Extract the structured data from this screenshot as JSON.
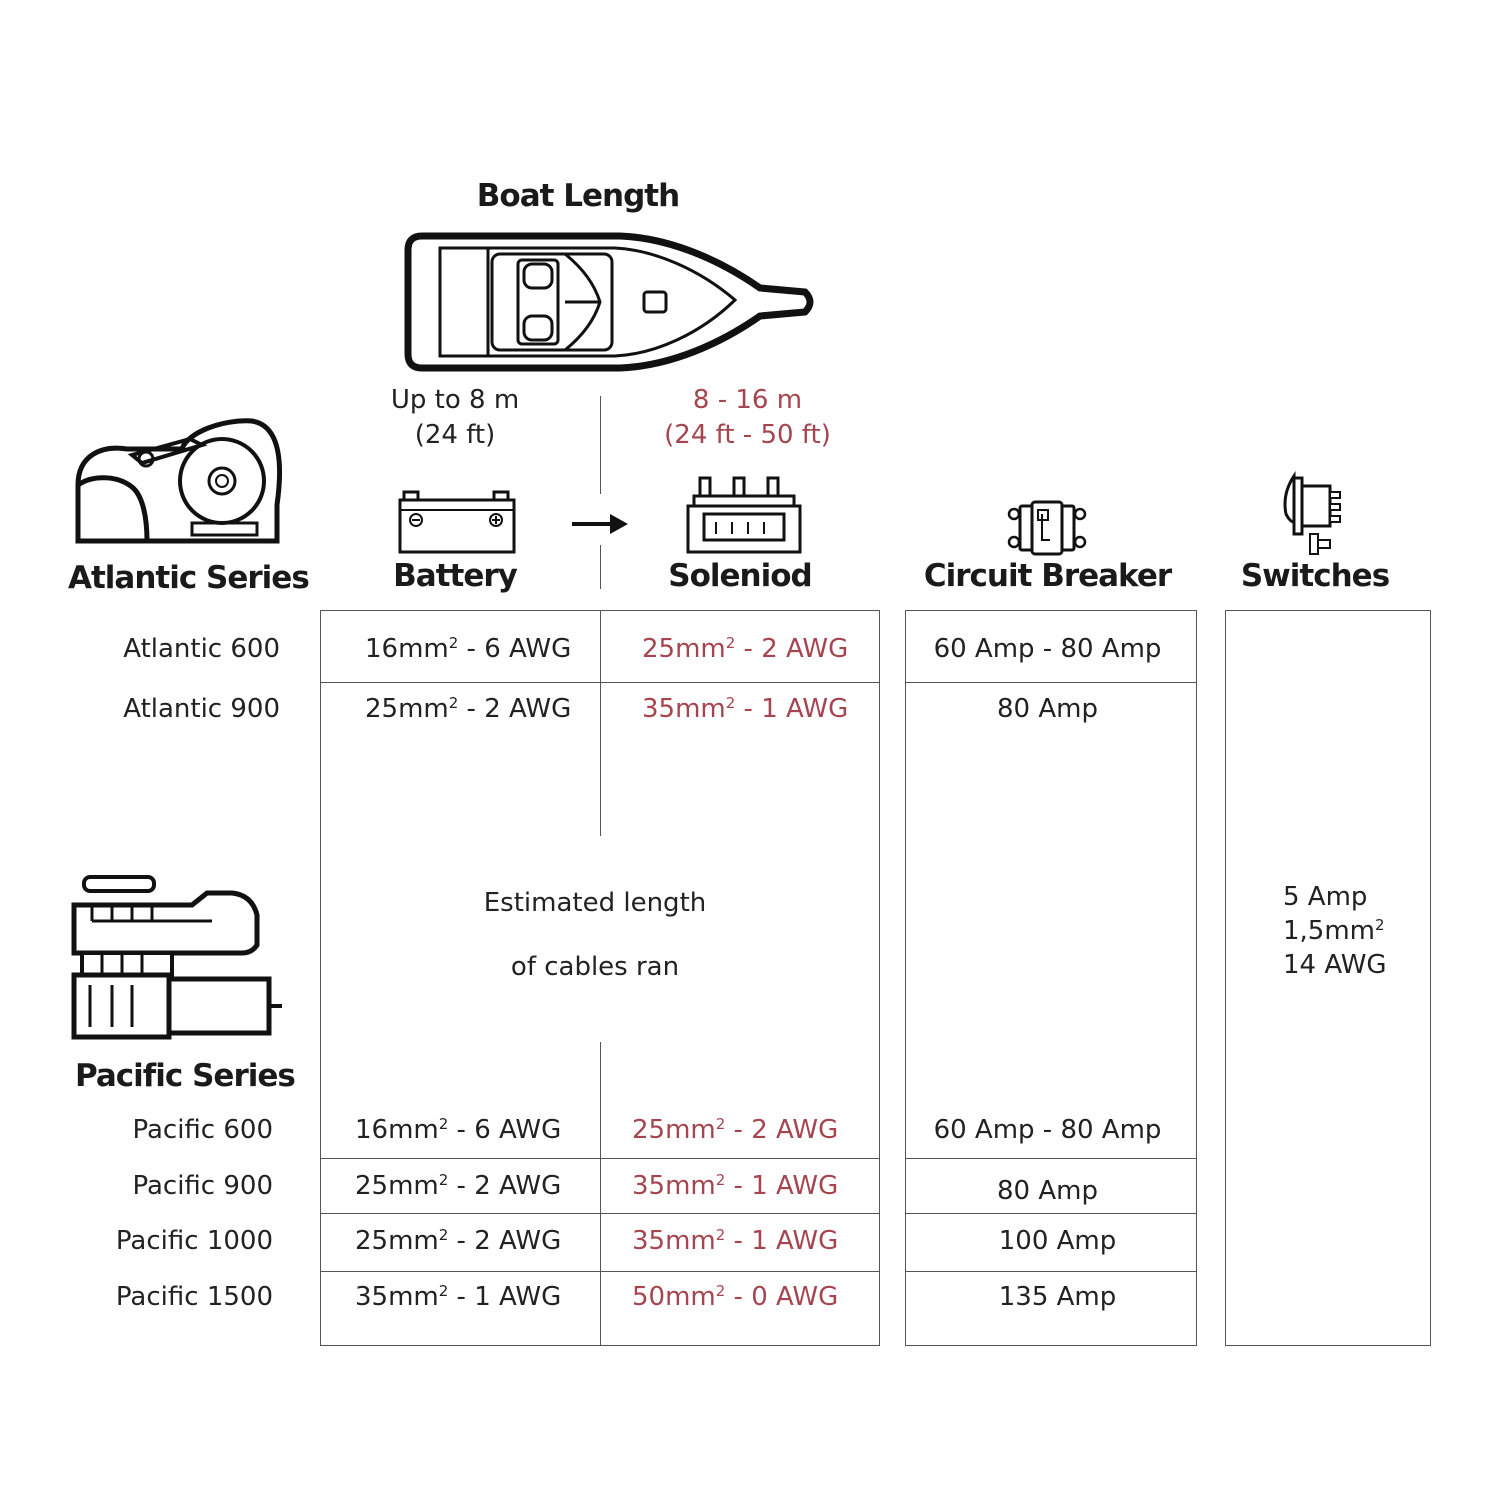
{
  "title": "Boat Length",
  "boat_lengths": {
    "short": {
      "line1": "Up to 8 m",
      "line2": "(24 ft)"
    },
    "long": {
      "line1": "8 - 16 m",
      "line2": "(24 ft - 50 ft)"
    }
  },
  "columns": {
    "atlantic": "Atlantic Series",
    "battery": "Battery",
    "solenoid": "Soleniod",
    "circuit_breaker": "Circuit Breaker",
    "switches": "Switches"
  },
  "pacific_series": "Pacific Series",
  "cable_note": {
    "line1": "Estimated length",
    "line2": "of cables ran"
  },
  "rows": [
    {
      "model": "Atlantic 600",
      "battery_mm": "16mm",
      "battery_awg": " - 6 AWG",
      "solenoid_mm": "25mm",
      "solenoid_awg": " - 2 AWG",
      "breaker": "60 Amp - 80 Amp"
    },
    {
      "model": "Atlantic 900",
      "battery_mm": "25mm",
      "battery_awg": " - 2 AWG",
      "solenoid_mm": "35mm",
      "solenoid_awg": " - 1 AWG",
      "breaker": "80 Amp"
    },
    {
      "model": "Pacific 600",
      "battery_mm": "16mm",
      "battery_awg": " - 6 AWG",
      "solenoid_mm": "25mm",
      "solenoid_awg": " - 2 AWG",
      "breaker": "60 Amp - 80 Amp"
    },
    {
      "model": "Pacific 900",
      "battery_mm": "25mm",
      "battery_awg": " - 2 AWG",
      "solenoid_mm": "35mm",
      "solenoid_awg": " - 1 AWG",
      "breaker": "80 Amp"
    },
    {
      "model": "Pacific 1000",
      "battery_mm": "25mm",
      "battery_awg": " - 2 AWG",
      "solenoid_mm": "35mm",
      "solenoid_awg": " - 1 AWG",
      "breaker": "100 Amp"
    },
    {
      "model": "Pacific 1500",
      "battery_mm": "35mm",
      "battery_awg": " - 1 AWG",
      "solenoid_mm": "50mm",
      "solenoid_awg": " - 0 AWG",
      "breaker": "135 Amp"
    }
  ],
  "superscript": "2",
  "switches_spec": {
    "line1": "5 Amp",
    "line2": "1,5mm",
    "line3": "14 AWG"
  },
  "colors": {
    "accent_red": "#a6454f",
    "text": "#222222",
    "border": "#555555"
  },
  "icons": [
    "boat-icon",
    "atlantic-windlass-icon",
    "pacific-windlass-icon",
    "battery-icon",
    "arrow-right-icon",
    "solenoid-icon",
    "circuit-breaker-icon",
    "switch-icon"
  ]
}
